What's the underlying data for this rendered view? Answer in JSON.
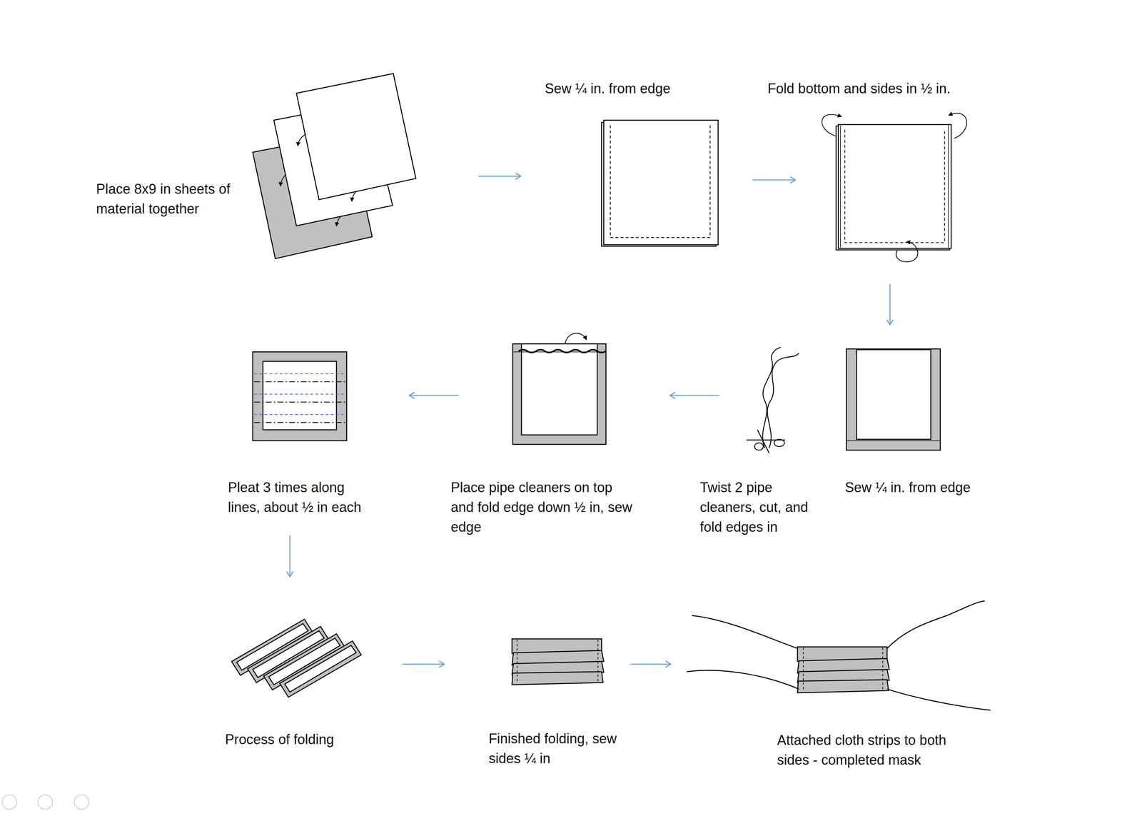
{
  "diagram": {
    "nodes": [
      {
        "text": [
          "Place 8x9 in sheets of material together"
        ]
      },
      {
        "text": [
          "Sew ¼ in. from edge"
        ]
      },
      {
        "text": [
          "Fold bottom and sides in ½ in."
        ]
      },
      {
        "text": [
          "Sew ¼ in. from edge"
        ]
      },
      {
        "text": [
          "Twist 2 pipe cleaners, cut, and fold edges in"
        ]
      },
      {
        "text": [
          "Place pipe cleaners on top and fold edge down ½ in, sew edge"
        ]
      },
      {
        "text": [
          "Pleat 3 times along lines, about ½ in each"
        ]
      },
      {
        "text": [
          "Process of folding"
        ]
      },
      {
        "text": [
          "Finished folding, sew sides ¼ in"
        ]
      },
      {
        "text": [
          "Attached cloth strips to both sides - completed mask"
        ]
      }
    ],
    "edges": [
      {
        "from": 0,
        "to": 1,
        "arrow": "to"
      },
      {
        "from": 1,
        "to": 2,
        "arrow": "to"
      },
      {
        "from": 2,
        "to": 3,
        "arrow": "to"
      },
      {
        "from": 4,
        "to": 5,
        "arrow": "to"
      },
      {
        "from": 5,
        "to": 6,
        "arrow": "to"
      },
      {
        "from": 6,
        "to": 7,
        "arrow": "to"
      },
      {
        "from": 7,
        "to": 8,
        "arrow": "to"
      },
      {
        "from": 8,
        "to": 9,
        "arrow": "to"
      }
    ]
  }
}
